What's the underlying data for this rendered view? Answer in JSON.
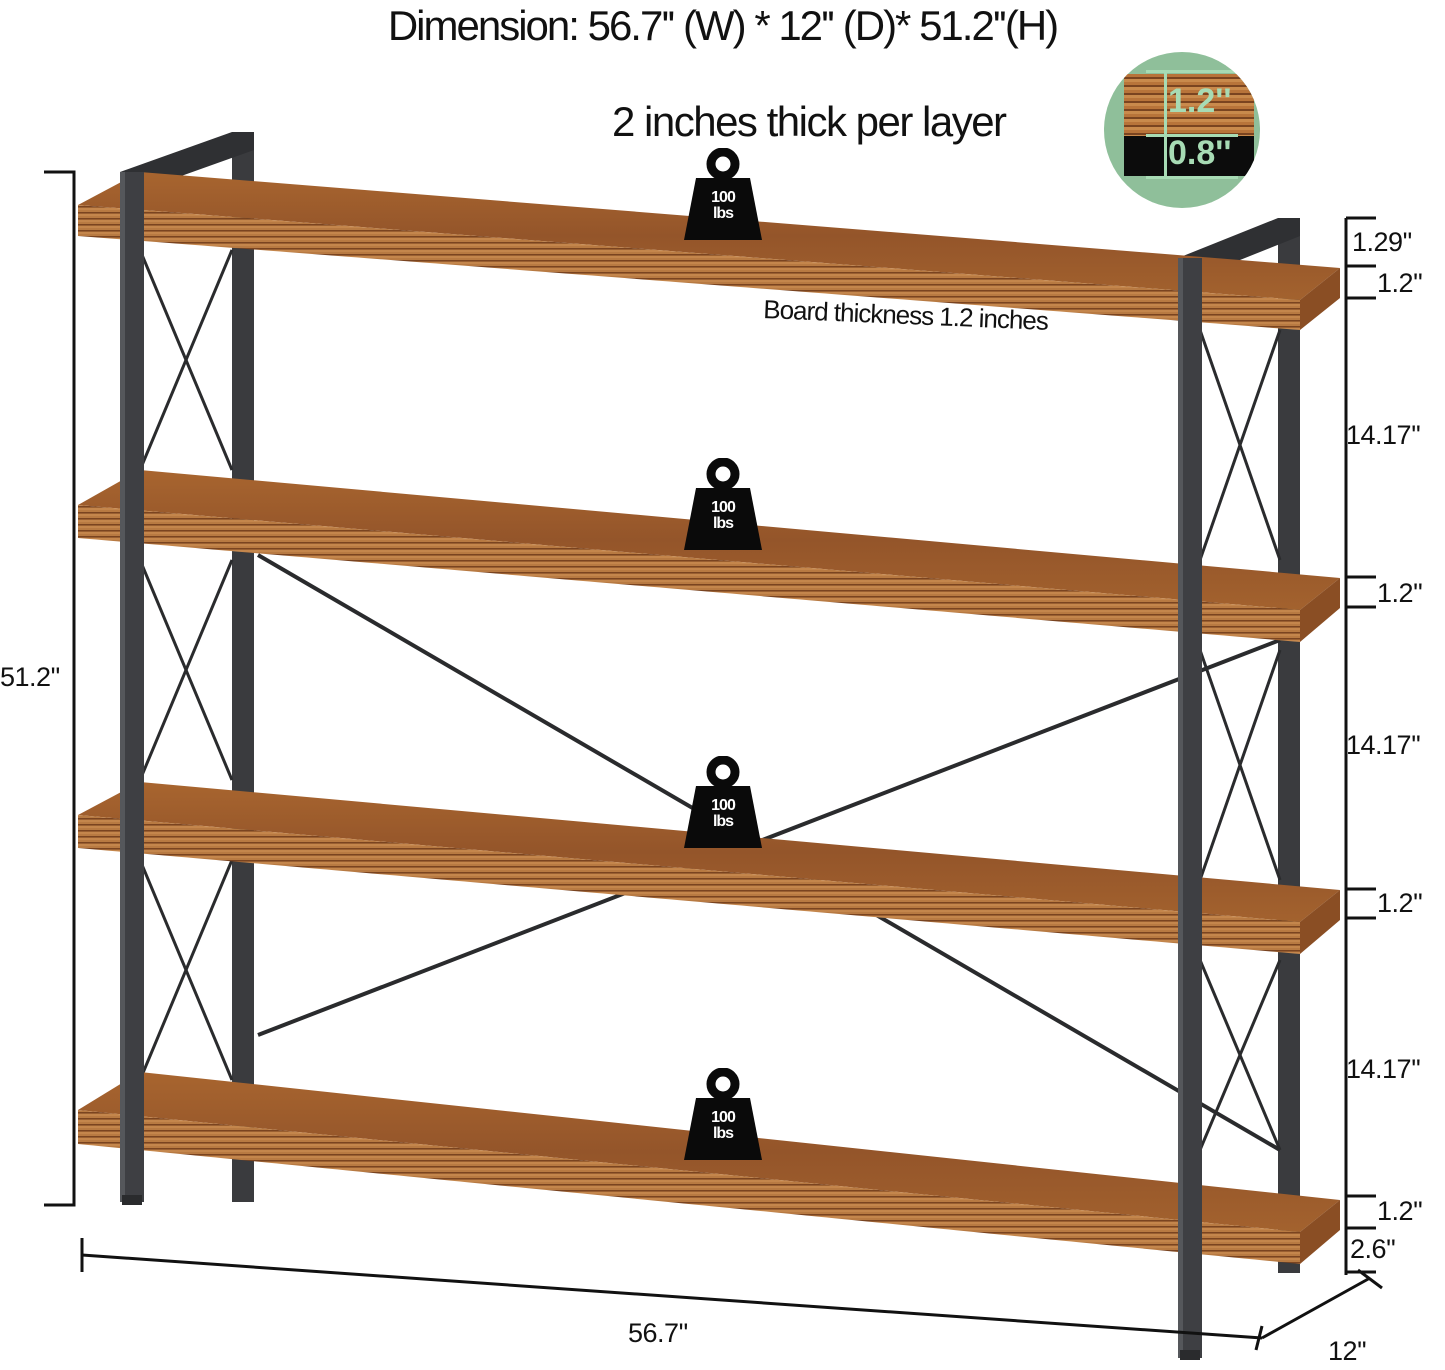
{
  "header": {
    "title": "Dimension: 56.7'' (W) * 12'' (D)* 51.2''(H)",
    "thickness_label": "2 inches thick per layer"
  },
  "thickness_badge": {
    "top_value": "1.2''",
    "bottom_value": "0.8''",
    "bg_color": "#8fbf9a",
    "text_color": "#a7dbb4"
  },
  "board_note": "Board thickness 1.2 inches",
  "weight_capacity": [
    {
      "value": "100",
      "unit": "lbs"
    },
    {
      "value": "100",
      "unit": "lbs"
    },
    {
      "value": "100",
      "unit": "lbs"
    },
    {
      "value": "100",
      "unit": "lbs"
    }
  ],
  "dimensions": {
    "height_total": "51.2''",
    "width_total": "56.7''",
    "depth_total": "12''",
    "right_column": [
      {
        "label": "1.29''",
        "meaning": "top clearance"
      },
      {
        "label": "1.2''",
        "meaning": "board"
      },
      {
        "label": "14.17''",
        "meaning": "shelf gap"
      },
      {
        "label": "1.2''",
        "meaning": "board"
      },
      {
        "label": "14.17''",
        "meaning": "shelf gap"
      },
      {
        "label": "1.2''",
        "meaning": "board"
      },
      {
        "label": "14.17''",
        "meaning": "shelf gap"
      },
      {
        "label": "1.2''",
        "meaning": "board"
      },
      {
        "label": "2.6''",
        "meaning": "floor clearance"
      }
    ]
  },
  "colors": {
    "wood": "#9a5a2c",
    "wood_light": "#b9783f",
    "wood_dark": "#6b3a1a",
    "frame": "#3a3b3e",
    "frame_edge": "#55575b",
    "line": "#111111"
  }
}
